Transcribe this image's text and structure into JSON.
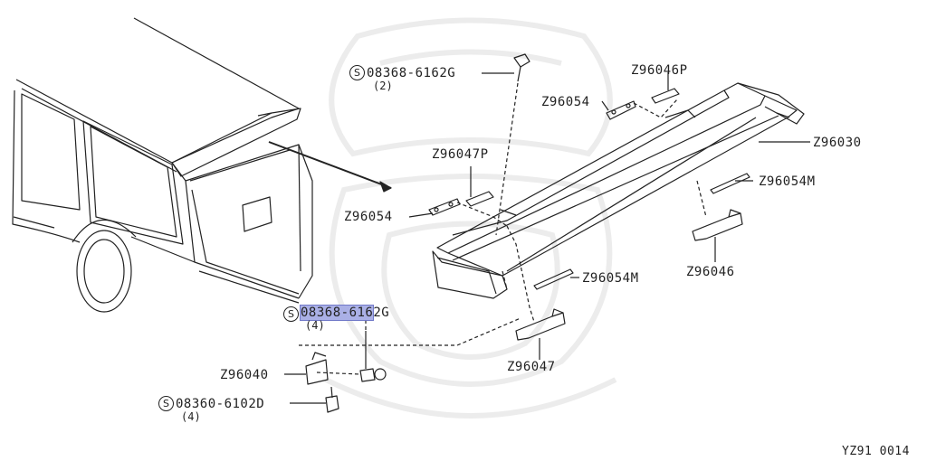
{
  "parts": {
    "bolt_top": {
      "number": "08368-6162G",
      "qty": "(2)",
      "standard_mark": "S"
    },
    "bolt_bottom": {
      "number_highlighted": "08368-616",
      "number_rest": "2G",
      "qty": "(4)",
      "standard_mark": "S"
    },
    "nut": {
      "number": "08360-6102D",
      "qty": "(4)",
      "standard_mark": "S"
    },
    "spoiler": "Z96030",
    "gasket_left": "Z96054",
    "gasket_right": "Z96054",
    "pad_left": "Z96047P",
    "pad_right": "Z96046P",
    "seal_right": "Z96054M",
    "seal_left": "Z96054M",
    "bracket_right": "Z96046",
    "bracket_left": "Z96047",
    "clip": "Z96040"
  },
  "diagram_code": "YZ91 0014",
  "colors": {
    "highlight": "#aab0e6",
    "line": "#222222",
    "watermark": "#ececec"
  }
}
